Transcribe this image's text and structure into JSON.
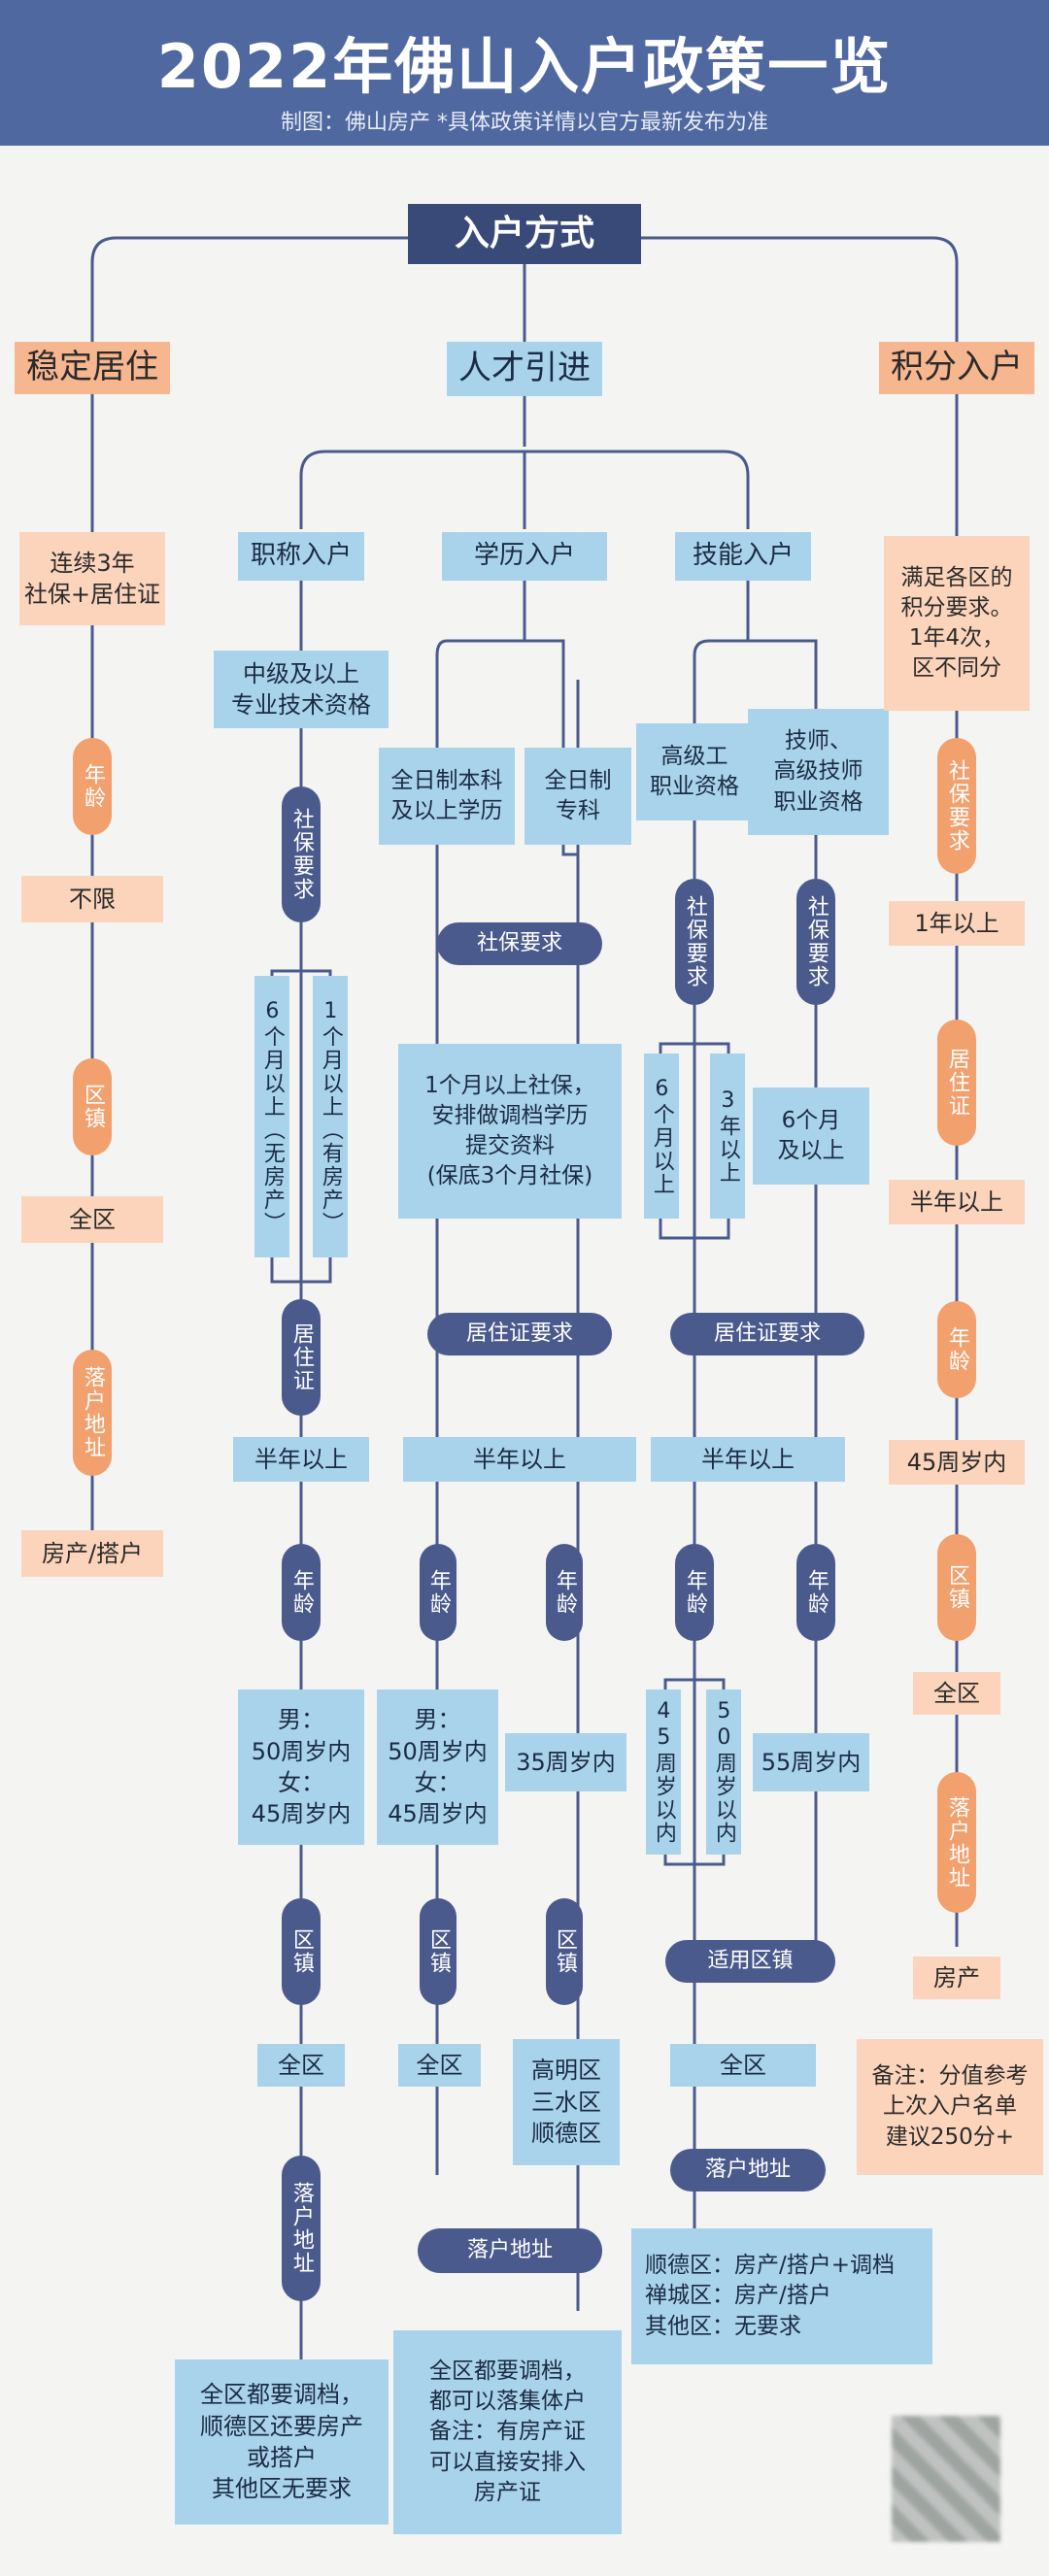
{
  "header": {
    "title": "2022年佛山入户政策一览",
    "subtitle": "制图：佛山房产   *具体政策详情以官方最新发布为准"
  },
  "root": "入户方式",
  "categories": {
    "stable": "稳定居住",
    "talent": "人才引进",
    "points": "积分入户"
  },
  "stable": {
    "req": "连续3年\n社保+居住证",
    "age_label": "年龄",
    "age": "不限",
    "district_label": "区镇",
    "district": "全区",
    "addr_label": "落户地址",
    "addr": "房产/搭户"
  },
  "talent": {
    "title_branch": {
      "name": "职称入户",
      "qual": "中级及以上\n专业技术资格",
      "social_label": "社保要求",
      "social_a": "6个月以上（无房产）",
      "social_b": "1个月以上（有房产）",
      "residence_label": "居住证",
      "residence": "半年以上",
      "age_label": "年龄",
      "age": "男：\n50周岁内\n女：\n45周岁内",
      "district_label": "区镇",
      "district": "全区",
      "addr_label": "落户地址",
      "addr": "全区都要调档，\n顺德区还要房产\n或搭户\n其他区无要求"
    },
    "edu_branch": {
      "name": "学历入户",
      "qual_a": "全日制本科\n及以上学历",
      "qual_b": "全日制\n专科",
      "social_label": "社保要求",
      "social": "1个月以上社保，\n安排做调档学历\n提交资料\n(保底3个月社保)",
      "residence_label": "居住证要求",
      "residence": "半年以上",
      "age_label_a": "年龄",
      "age_a": "男：\n50周岁内\n女：\n45周岁内",
      "age_label_b": "年龄",
      "age_b": "35周岁内",
      "district_label_a": "区镇",
      "district_a": "全区",
      "district_label_b": "区镇",
      "district_b": "高明区\n三水区\n顺德区",
      "addr_label": "落户地址",
      "addr": "全区都要调档，\n都可以落集体户\n备注：有房产证\n可以直接安排入\n房产证"
    },
    "skill_branch": {
      "name": "技能入户",
      "qual_a": "高级工\n职业资格",
      "qual_b": "技师、\n高级技师\n职业资格",
      "social_label_a": "社保要求",
      "social_a1": "6个月以上",
      "social_a2": "3年以上",
      "social_label_b": "社保要求",
      "social_b": "6个月\n及以上",
      "residence_label": "居住证要求",
      "residence": "半年以上",
      "age_label_a": "年龄",
      "age_a1": "45周岁以内",
      "age_a2": "50周岁以内",
      "age_label_b": "年龄",
      "age_b": "55周岁内",
      "district_label": "适用区镇",
      "district": "全区",
      "addr_label": "落户地址",
      "addr": "顺德区：房产/搭户+调档\n禅城区：房产/搭户\n其他区：无要求"
    }
  },
  "points": {
    "req": "满足各区的\n积分要求。\n1年4次，\n区不同分",
    "social_label": "社保要求",
    "social": "1年以上",
    "residence_label": "居住证",
    "residence": "半年以上",
    "age_label": "年龄",
    "age": "45周岁内",
    "district_label": "区镇",
    "district": "全区",
    "addr_label": "落户地址",
    "addr": "房产",
    "note": "备注：分值参考\n上次入户名单\n建议250分+"
  }
}
